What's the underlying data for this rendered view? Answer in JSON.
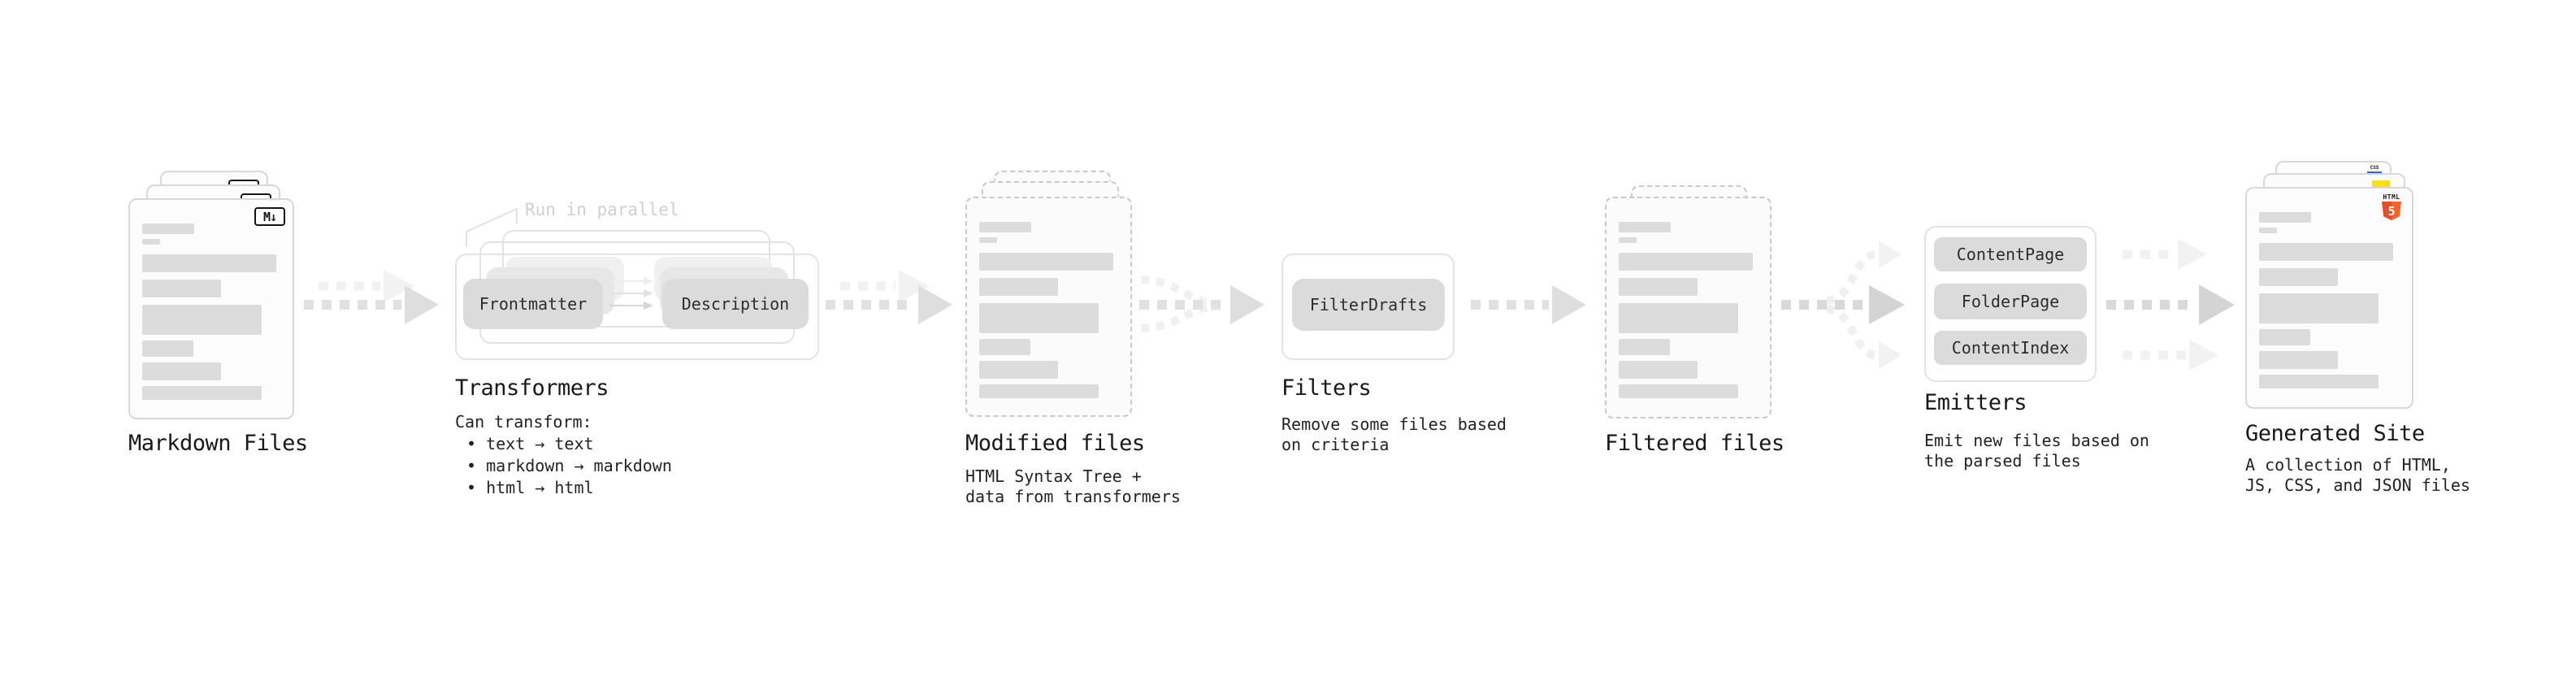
{
  "stages": {
    "markdown": {
      "label": "Markdown Files"
    },
    "transformers": {
      "label": "Transformers",
      "note": "Run in parallel",
      "boxes": {
        "frontmatter": "Frontmatter",
        "description": "Description"
      },
      "subtitle": "Can transform:",
      "bullets": [
        "• text → text",
        "• markdown → markdown",
        "• html → html"
      ]
    },
    "modified": {
      "label": "Modified files",
      "subtitle1": "HTML Syntax Tree +",
      "subtitle2": "data from transformers"
    },
    "filters": {
      "label": "Filters",
      "box": "FilterDrafts",
      "subtitle1": "Remove some files based",
      "subtitle2": "on criteria"
    },
    "filtered": {
      "label": "Filtered files"
    },
    "emitters": {
      "label": "Emitters",
      "boxes": [
        "ContentPage",
        "FolderPage",
        "ContentIndex"
      ],
      "subtitle1": "Emit new files based on",
      "subtitle2": "the parsed files"
    },
    "generated": {
      "label": "Generated Site",
      "subtitle1": "A collection of HTML,",
      "subtitle2": "JS, CSS, and JSON files"
    }
  },
  "icons": {
    "markdown_badge": "M↓",
    "html5_badge_text": "HTML",
    "html5_badge_number": "5",
    "css_badge_text": "CSS"
  },
  "colors": {
    "html5_orange": "#e44d26",
    "js_yellow": "#f7df1e",
    "css_blue": "#2965f1",
    "ink": "#191919",
    "note_gray": "#cfcfcf",
    "pill_fill": "#dbdbdb",
    "arrow_gray": "#e1e1e1"
  }
}
